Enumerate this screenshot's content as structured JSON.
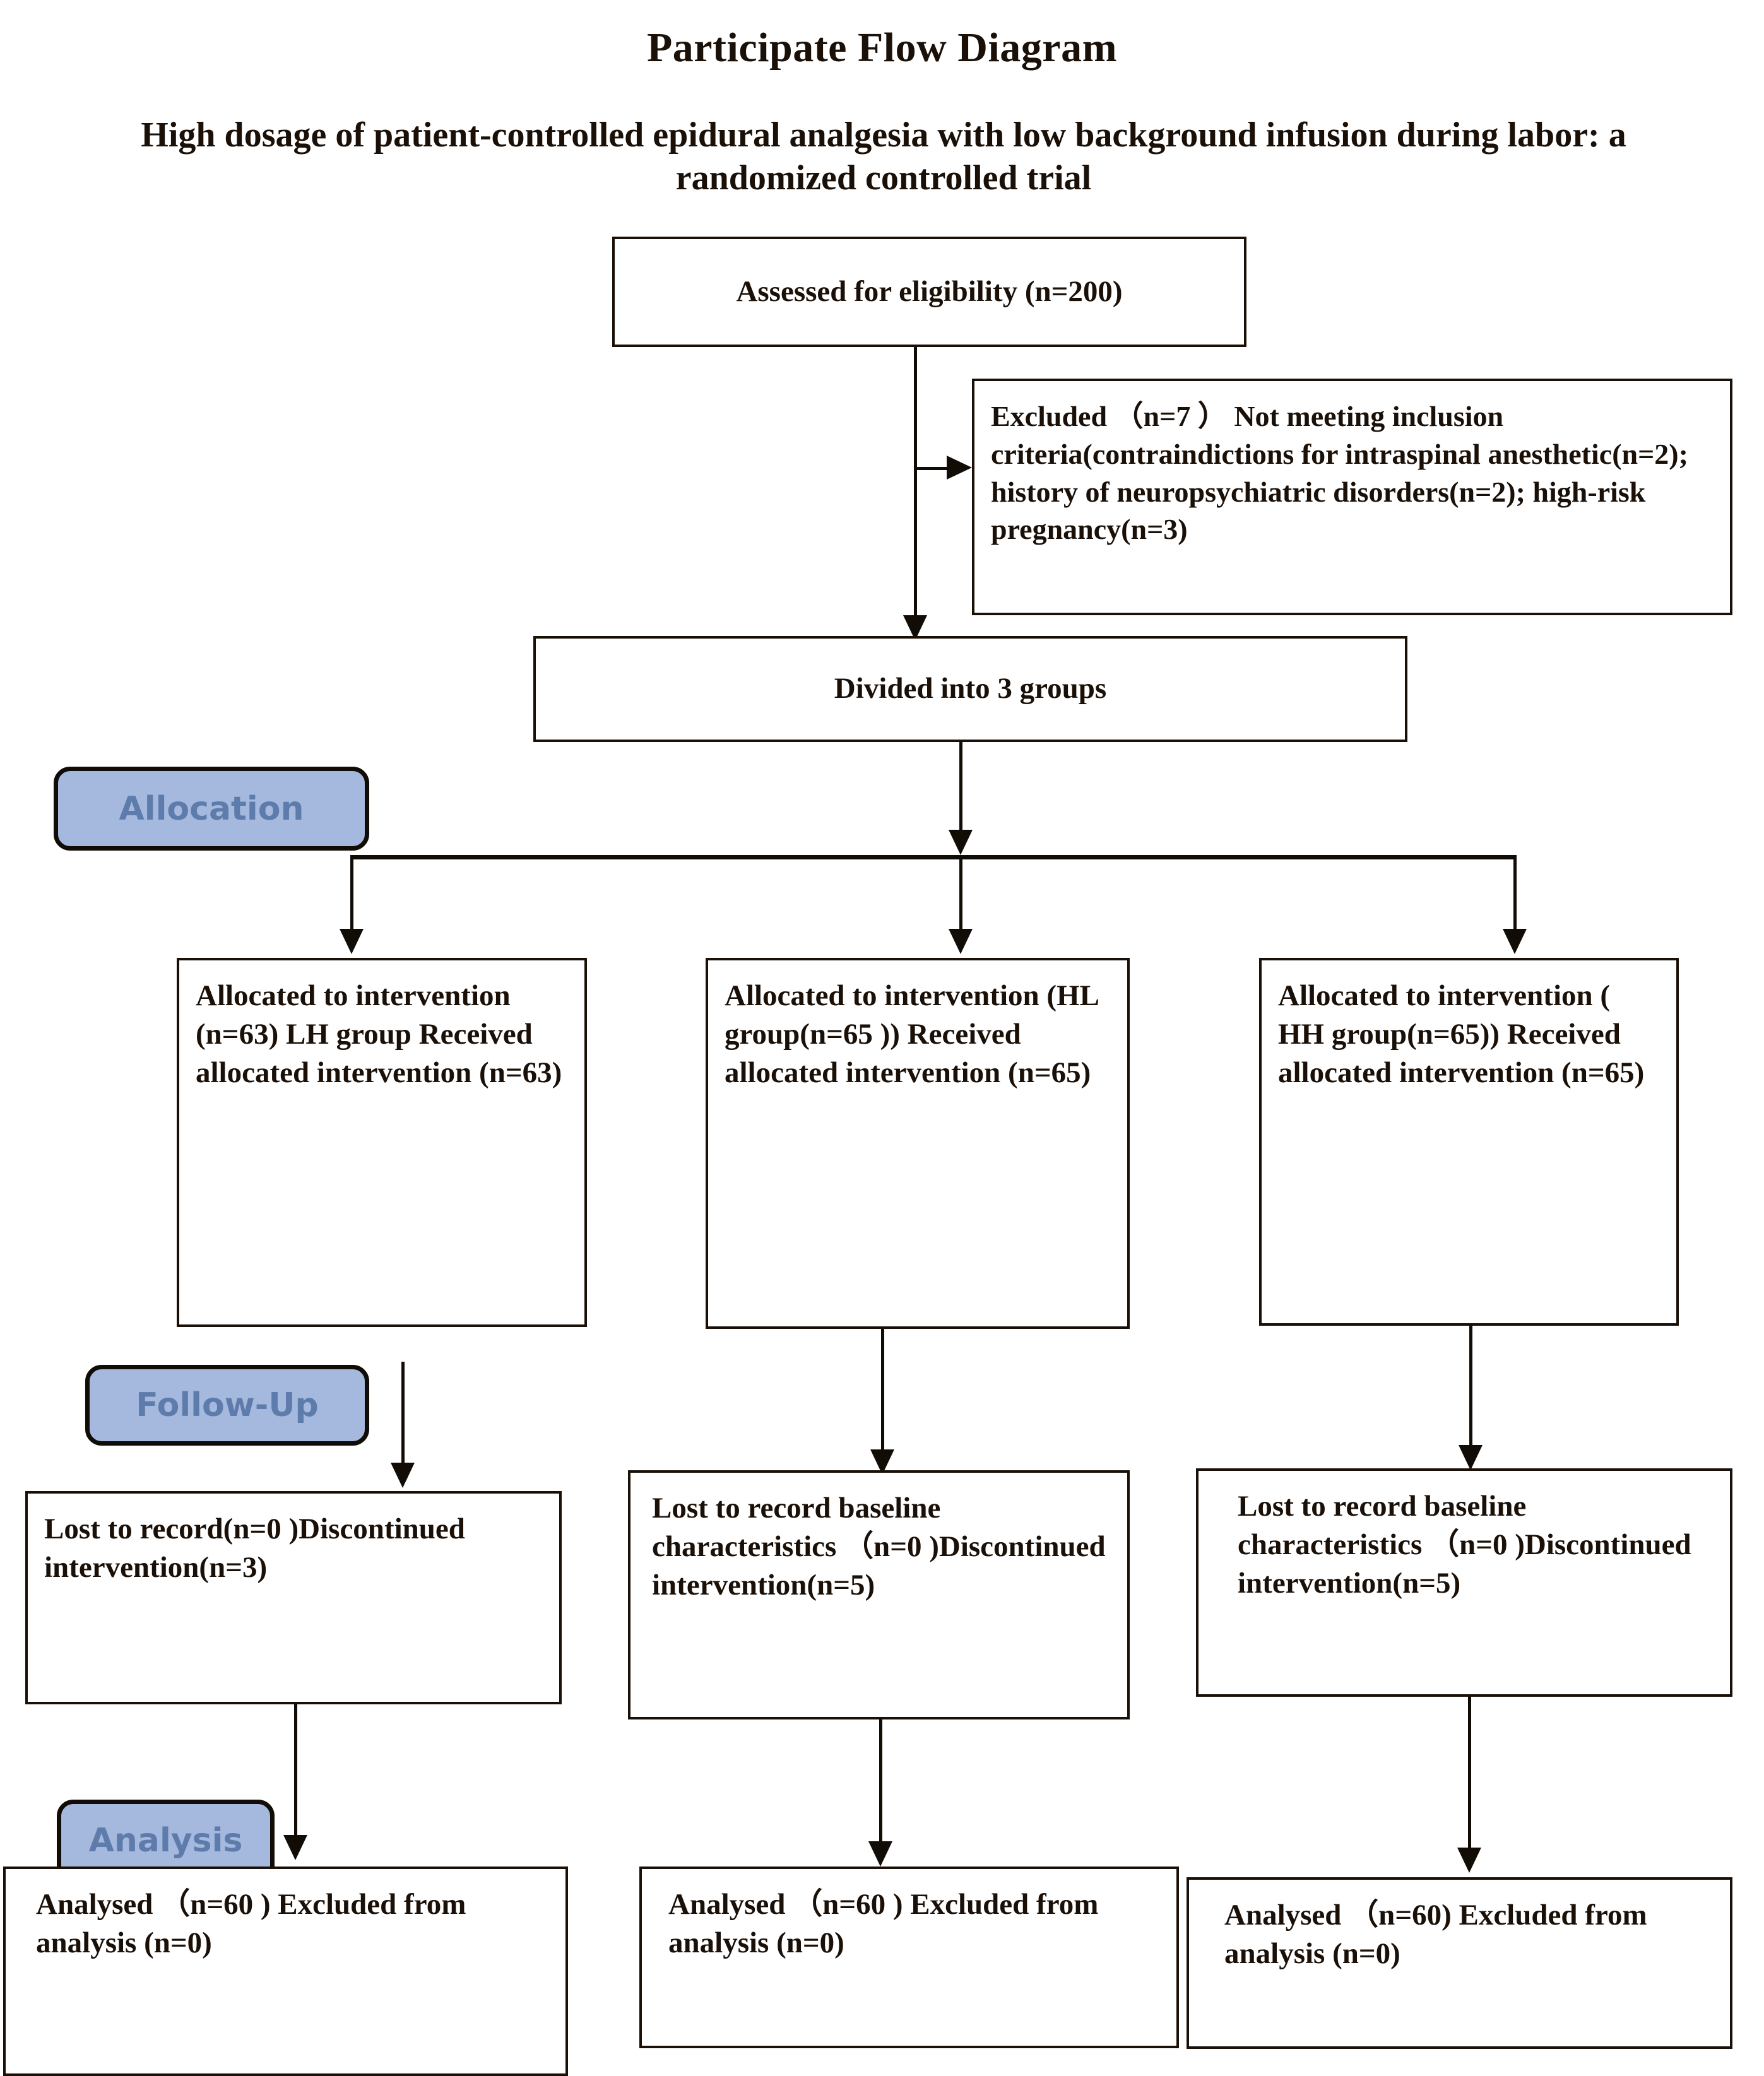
{
  "title": "Participate Flow Diagram",
  "subtitle": "High dosage of patient-controlled epidural analgesia with low background infusion during labor: a randomized controlled trial",
  "stages": {
    "allocation": "Allocation",
    "follow_up": "Follow-Up",
    "analysis": "Analysis"
  },
  "colors": {
    "pill_fill": "#a5b8dd",
    "pill_text": "#5e7cab",
    "box_border": "#1a1008",
    "background": "#ffffff"
  },
  "nodes": {
    "enrollment": "Assessed for eligibility (n=200)",
    "excluded": "Excluded （n=7 ） Not meeting inclusion criteria(contraindictions for intraspinal anesthetic(n=2); history of neuropsychiatric disorders(n=2); high-risk pregnancy(n=3)",
    "divided": "Divided into 3 groups",
    "allocated": [
      "Allocated to intervention (n=63) LH group Received allocated intervention (n=63)",
      "Allocated to intervention (HL group(n=65 )) Received allocated intervention (n=65)",
      "Allocated to intervention ( HH group(n=65)) Received allocated intervention (n=65)"
    ],
    "followup": [
      "Lost  to record(n=0 )Discontinued intervention(n=3)",
      "Lost  to record baseline characteristics （n=0 )Discontinued intervention(n=5)",
      "Lost  to record baseline characteristics （n=0 )Discontinued intervention(n=5)"
    ],
    "analysed": [
      "Analysed （n=60 ) Excluded from analysis (n=0)",
      "Analysed （n=60 ) Excluded from analysis  (n=0)",
      "Analysed （n=60) Excluded from analysis (n=0)"
    ]
  },
  "chart_data": {
    "type": "diagram",
    "diagram_kind": "consort-flow",
    "assessed_for_eligibility": 200,
    "excluded_total": 7,
    "exclusion_reasons": [
      {
        "reason": "contraindictions for intraspinal anesthetic",
        "n": 2
      },
      {
        "reason": "history of neuropsychiatric disorders",
        "n": 2
      },
      {
        "reason": "high-risk pregnancy",
        "n": 3
      }
    ],
    "groups": [
      {
        "name": "LH",
        "allocated": 63,
        "received": 63,
        "lost_to_record": 0,
        "discontinued": 3,
        "analysed": 60,
        "excluded_from_analysis": 0
      },
      {
        "name": "HL",
        "allocated": 65,
        "received": 65,
        "lost_to_record": 0,
        "discontinued": 5,
        "analysed": 60,
        "excluded_from_analysis": 0
      },
      {
        "name": "HH",
        "allocated": 65,
        "received": 65,
        "lost_to_record": 0,
        "discontinued": 5,
        "analysed": 60,
        "excluded_from_analysis": 0
      }
    ],
    "stages": [
      "Allocation",
      "Follow-Up",
      "Analysis"
    ]
  }
}
